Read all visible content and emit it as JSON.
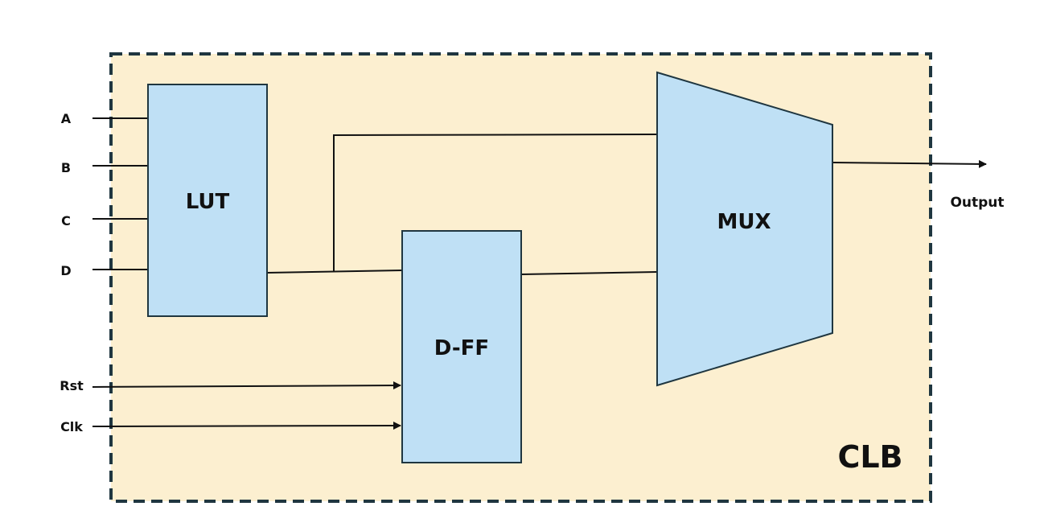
{
  "container": {
    "label": "CLB",
    "fill_color": "#fcefd0",
    "border_color": "#1f3640"
  },
  "blocks": {
    "lut": {
      "label": "LUT"
    },
    "dff": {
      "label": "D-FF"
    },
    "mux": {
      "label": "MUX"
    },
    "fill_color": "#bfe0f5",
    "border_color": "#1f3640"
  },
  "inputs": {
    "a": "A",
    "b": "B",
    "c": "C",
    "d": "D",
    "rst": "Rst",
    "clk": "Clk"
  },
  "output": {
    "label": "Output"
  }
}
